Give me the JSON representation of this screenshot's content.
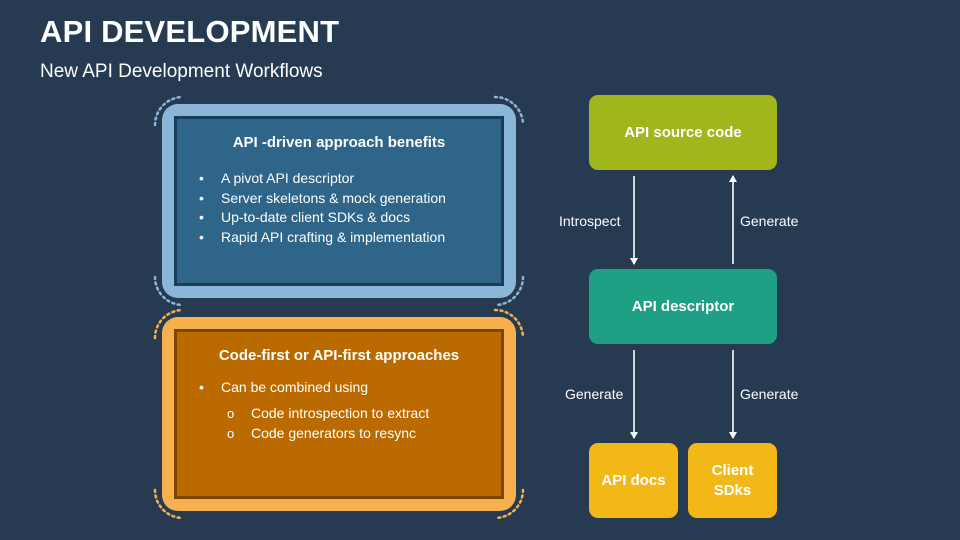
{
  "header": {
    "title": "API DEVELOPMENT",
    "subtitle": "New API Development Workflows"
  },
  "benefits_box": {
    "heading": "API -driven approach benefits",
    "bullets": [
      "A pivot API descriptor",
      "Server skeletons & mock generation",
      "Up-to-date client SDKs & docs",
      "Rapid API crafting & implementation"
    ]
  },
  "approaches_box": {
    "heading": "Code-first or API-first approaches",
    "bullet": "Can be combined using",
    "sub_bullets": [
      "Code introspection to extract",
      "Code generators to resync"
    ]
  },
  "flow": {
    "source_node": "API source code",
    "descriptor_node": "API descriptor",
    "docs_node": "API docs",
    "sdks_node_line1": "Client",
    "sdks_node_line2": "SDks",
    "label_introspect": "Introspect",
    "label_generate_up": "Generate",
    "label_generate_docs": "Generate",
    "label_generate_sdks": "Generate"
  },
  "colors": {
    "background": "#263a52",
    "blue_box": "#2e6589",
    "blue_frame": "#8ab6d8",
    "orange_box": "#bb6a00",
    "orange_frame": "#f6b04e",
    "source_node": "#a1b51d",
    "descriptor_node": "#1fa085",
    "output_nodes": "#f2b817"
  }
}
